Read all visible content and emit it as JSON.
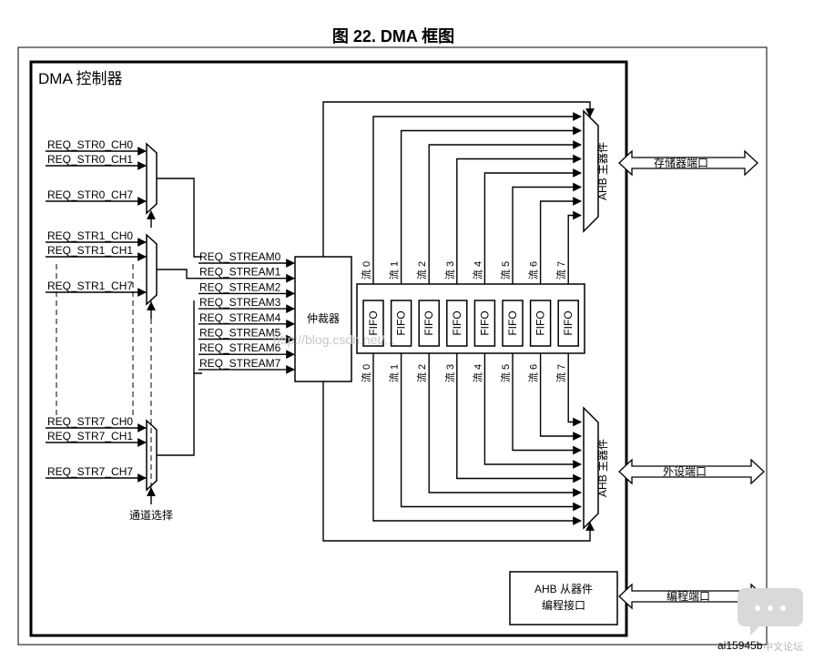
{
  "title": "图 22. DMA 框图",
  "controller_label": "DMA 控制器",
  "arbiter_label": "仲裁器",
  "channel_select_label": "通道选择",
  "fifo_label": "FIFO",
  "mux_groups": [
    {
      "inputs": [
        "REQ_STR0_CH0",
        "REQ_STR0_CH1",
        "REQ_STR0_CH7"
      ]
    },
    {
      "inputs": [
        "REQ_STR1_CH0",
        "REQ_STR1_CH1",
        "REQ_STR1_CH7"
      ]
    },
    {
      "inputs": [
        "REQ_STR7_CH0",
        "REQ_STR7_CH1",
        "REQ_STR7_CH7"
      ]
    }
  ],
  "request_streams": [
    "REQ_STREAM0",
    "REQ_STREAM1",
    "REQ_STREAM2",
    "REQ_STREAM3",
    "REQ_STREAM4",
    "REQ_STREAM5",
    "REQ_STREAM6",
    "REQ_STREAM7"
  ],
  "stream_labels": [
    "流 0",
    "流 1",
    "流 2",
    "流 3",
    "流 4",
    "流 5",
    "流 6",
    "流 7"
  ],
  "ahb_master_label": "AHB 主器件",
  "ahb_slave": {
    "line1": "AHB 从器件",
    "line2": "编程接口"
  },
  "ports": {
    "memory": "存储器端口",
    "peripheral": "外设端口",
    "programming": "编程端口"
  },
  "figure_id": "ai15945b",
  "watermark_text": "http://blog.csdn.net/...",
  "forum_tag": "中文论坛"
}
